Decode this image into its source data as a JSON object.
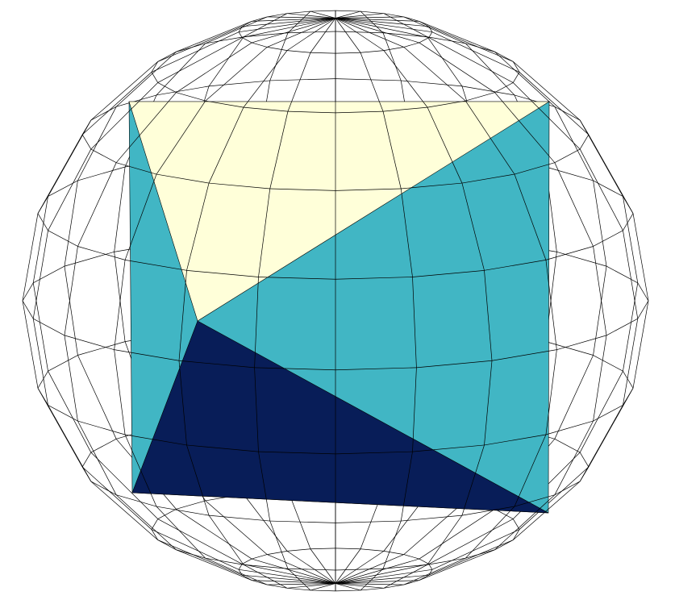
{
  "figure": {
    "background": "#ffffff",
    "wireframe": {
      "stroke": "#000000",
      "fill": "none",
      "meridians": 24,
      "parallels": 10
    },
    "faces": [
      {
        "id": "yellow-face",
        "color": "#ffffd9"
      },
      {
        "id": "teal-face",
        "color": "#41b6c4"
      },
      {
        "id": "navy-face",
        "color": "#081d58"
      }
    ]
  }
}
